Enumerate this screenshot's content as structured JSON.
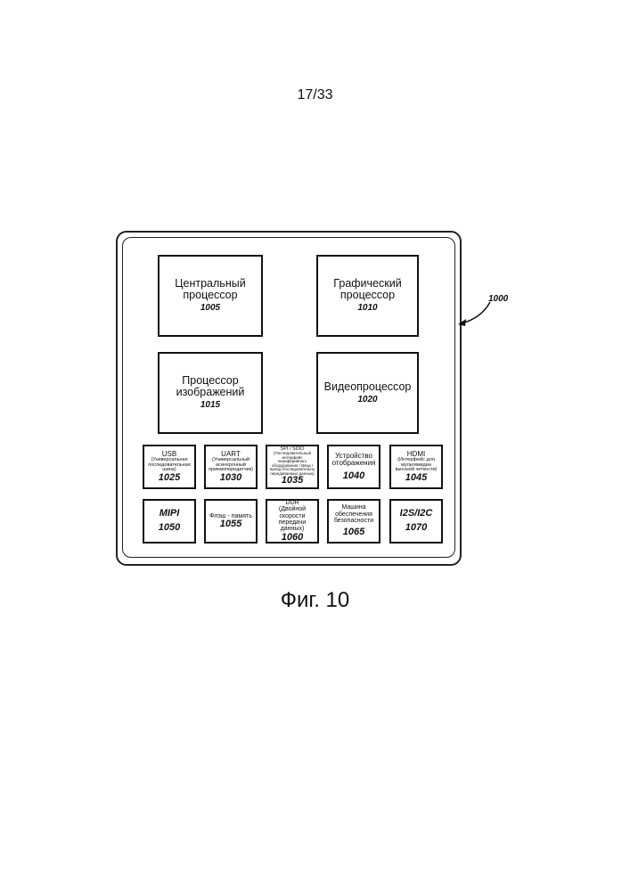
{
  "page_number": "17/33",
  "figure_caption": "Фиг. 10",
  "system": {
    "ref": "1000"
  },
  "large_blocks": [
    {
      "title": "Центральный процессор",
      "ref": "1005"
    },
    {
      "title": "Графический процессор",
      "ref": "1010"
    },
    {
      "title": "Процессор изображений",
      "ref": "1015"
    },
    {
      "title": "Видеопроцессор",
      "ref": "1020"
    }
  ],
  "row1": [
    {
      "title": "USB",
      "sub": "(Универсальная последовательная шина)",
      "ref": "1025"
    },
    {
      "title": "UART",
      "sub": "(Универсальный асинхронный приемопередатчик)",
      "ref": "1030"
    },
    {
      "title": "SPI / SDIO",
      "sub": "(Последовательный интерфейс периферийного оборудования / Ввод / вывод последовательно передаваемых данных)",
      "ref": "1035"
    },
    {
      "title": "Устройство отображения",
      "sub": "",
      "ref": "1040"
    },
    {
      "title": "HDMI",
      "sub": "(Интерфейс для мультимедиа высокой четкости)",
      "ref": "1045"
    }
  ],
  "row2": [
    {
      "title": "MIPI",
      "ref": "1050"
    },
    {
      "title": "Флэш - память",
      "ref": "1055"
    },
    {
      "title": "DDR (Двойной скорости передачи данных)",
      "ref": "1060"
    },
    {
      "title": "Машина обеспечения безопасности",
      "ref": "1065"
    },
    {
      "title": "I2S/I2C",
      "ref": "1070"
    }
  ]
}
